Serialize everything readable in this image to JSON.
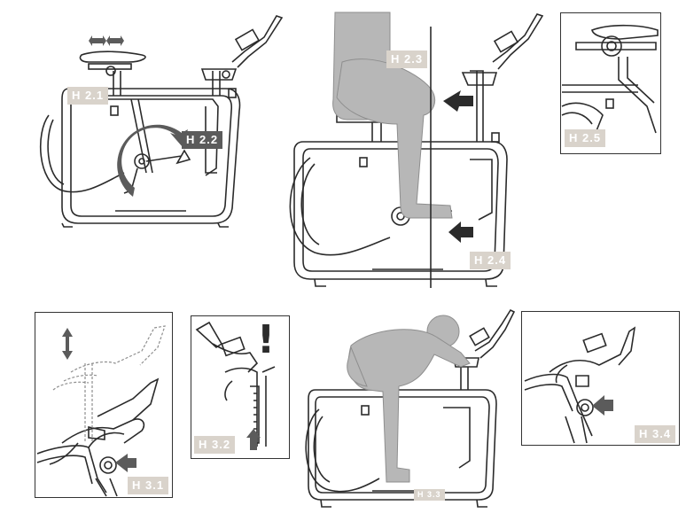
{
  "labels": {
    "h21": "H 2.1",
    "h22": "H 2.2",
    "h23": "H 2.3",
    "h24": "H 2.4",
    "h25": "H 2.5",
    "h31": "H 3.1",
    "h32": "H 3.2",
    "h33": "H 3.3",
    "h34": "H 3.4"
  },
  "warning_mark": "!",
  "colors": {
    "line": "#2b2b2b",
    "arrow": "#5b5b5b",
    "silhouette": "#b7b7b7",
    "label_bg": "#d9d3cb",
    "label_dark_bg": "#5b5b5b"
  }
}
